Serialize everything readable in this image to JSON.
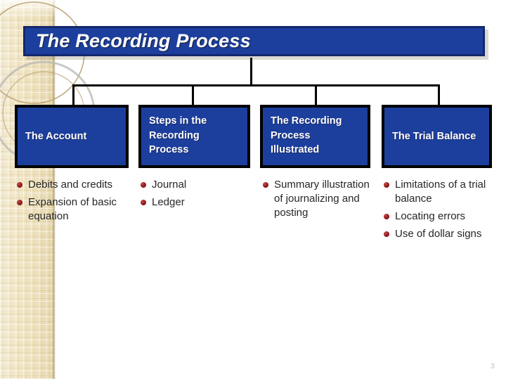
{
  "slide": {
    "title": "The Recording Process",
    "page_number": "3",
    "colors": {
      "box_fill": "#1c3f9e",
      "box_border": "#000000",
      "title_fill": "#1c3f9e",
      "title_border": "#14286b",
      "bullet_dot": "#9c1f1f",
      "left_strip": "#efe4c4",
      "body_text": "#262626"
    }
  },
  "diagram": {
    "root_label": "The Recording Process",
    "nodes": [
      {
        "id": "the-account",
        "label": "The Account",
        "align": "center",
        "bullets": [
          "Debits and credits",
          "Expansion of basic equation"
        ]
      },
      {
        "id": "steps-in-the-recording-process",
        "label": "Steps in the Recording Process",
        "align": "top",
        "bullets": [
          "Journal",
          "Ledger"
        ]
      },
      {
        "id": "the-recording-process-illustrated",
        "label": "The Recording Process Illustrated",
        "align": "top",
        "bullets": [
          "Summary illustration of journalizing and posting"
        ]
      },
      {
        "id": "the-trial-balance",
        "label": "The Trial Balance",
        "align": "center",
        "bullets": [
          "Limitations of a trial balance",
          "Locating errors",
          "Use of dollar signs"
        ]
      }
    ]
  }
}
